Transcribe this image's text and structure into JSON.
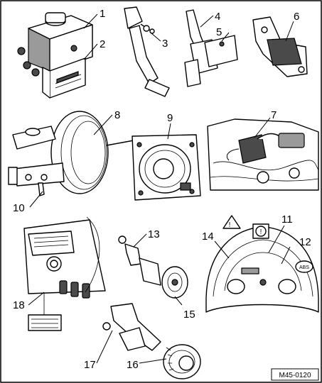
{
  "figure": {
    "reference": "M45-0120",
    "callouts": [
      "1",
      "2",
      "3",
      "4",
      "5",
      "6",
      "7",
      "8",
      "9",
      "10",
      "11",
      "12",
      "13",
      "14",
      "15",
      "16",
      "17",
      "18"
    ]
  },
  "icons": {
    "warning_triangle": "!",
    "brake_warning": "!",
    "abs_lamp": "ABS"
  }
}
